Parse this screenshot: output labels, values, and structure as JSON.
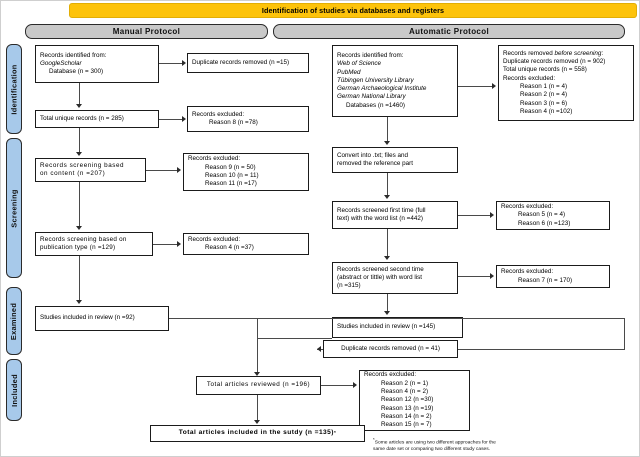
{
  "banner": {
    "title": "Identification of studies via databases and registers"
  },
  "protocols": {
    "manual": "Manual Protocol",
    "automatic": "Automatic Protocol"
  },
  "stages": [
    {
      "label": "Identification"
    },
    {
      "label": "Screening"
    },
    {
      "label": "Examined"
    },
    {
      "label": "Included"
    }
  ],
  "colors": {
    "banner_bg": "#FDC30B",
    "protocol_bg": "#c9c9c9",
    "stage_bg": "#A7C9EA",
    "box_border": "#1b1b1b",
    "connector": "#4a4a4a"
  },
  "manual": {
    "records_identified": {
      "title": "Records identified from:",
      "source": "GoogleScholar",
      "database": "Database (n = 300)"
    },
    "duplicates_removed": "Duplicate records removed (n =15)",
    "total_unique": "Total unique records (n = 285)",
    "excluded_after_unique": {
      "title": "Records excluded:",
      "reasons": [
        "Reason 8 (n =78)"
      ]
    },
    "screening_content": {
      "line1": "Records screening based",
      "line2": "on content (n =207)"
    },
    "excluded_content": {
      "title": "Records excluded:",
      "reasons": [
        "Reason 9 (n = 50)",
        "Reason 10 (n = 11)",
        "Reason 11 (n =17)"
      ]
    },
    "screening_pubtype": {
      "line1": "Records screening based on",
      "line2": "publication type (n =129)"
    },
    "excluded_pubtype": {
      "title": "Records excluded:",
      "reasons": [
        "Reason 4 (n =37)"
      ]
    },
    "studies_included": "Studies included in review (n =92)"
  },
  "automatic": {
    "records_identified": {
      "title": "Records identified from:",
      "sources": [
        "Web of Science",
        "PubMed",
        "Tübingen University Library",
        "German Archaeological Institute",
        "German National Library"
      ],
      "databases": "Databases (n =1460)"
    },
    "removed_before_screening": {
      "title_a": "Records removed ",
      "title_b": "before screening",
      "title_c": ":",
      "duplicates": "Duplicate records removed (n = 902)",
      "total_unique": "Total unique records (n = 558)",
      "excluded_title": "Records excluded:",
      "reasons": [
        "Reason 1 (n = 4)",
        "Reason 2 (n = 4)",
        "Reason 3 (n = 6)",
        "Reason 4 (n =102)"
      ]
    },
    "convert": {
      "line1": "Convert into .txt; files and",
      "line2": "removed the reference part"
    },
    "screened_first": {
      "line1": "Records screened first time (full",
      "line2": "text) with the word list  (n =442)"
    },
    "excluded_first": {
      "title": "Records excluded:",
      "reasons": [
        "Reason 5 (n = 4)",
        "Reason 6 (n =123)"
      ]
    },
    "screened_second": {
      "line1": "Records screened second time",
      "line2": "(abstract or tittle) with word list",
      "line3": "(n =315)"
    },
    "excluded_second": {
      "title": "Records excluded:",
      "reasons": [
        "Reason 7 (n = 170)"
      ]
    },
    "studies_included": "Studies included in review (n =145)"
  },
  "merged": {
    "duplicates_removed": "Duplicate records removed  (n = 41)",
    "total_reviewed": "Total articles reviewed (n =196)",
    "excluded_final": {
      "title": "Records excluded:",
      "reasons": [
        "Reason 2 (n = 1)",
        "Reason 4 (n = 2)",
        "Reason 12 (n =30)",
        "Reason 13 (n =19)",
        "Reason 14 (n = 2)",
        "Reason 15 (n = 7)"
      ]
    },
    "total_included": "Total articles included in the sutdy  (n =135)",
    "total_included_marker": "*"
  },
  "footnote": {
    "marker": "*",
    "line1": "Some articles are using two different approaches for the",
    "line2": "same date set or comparing two different study cases."
  }
}
